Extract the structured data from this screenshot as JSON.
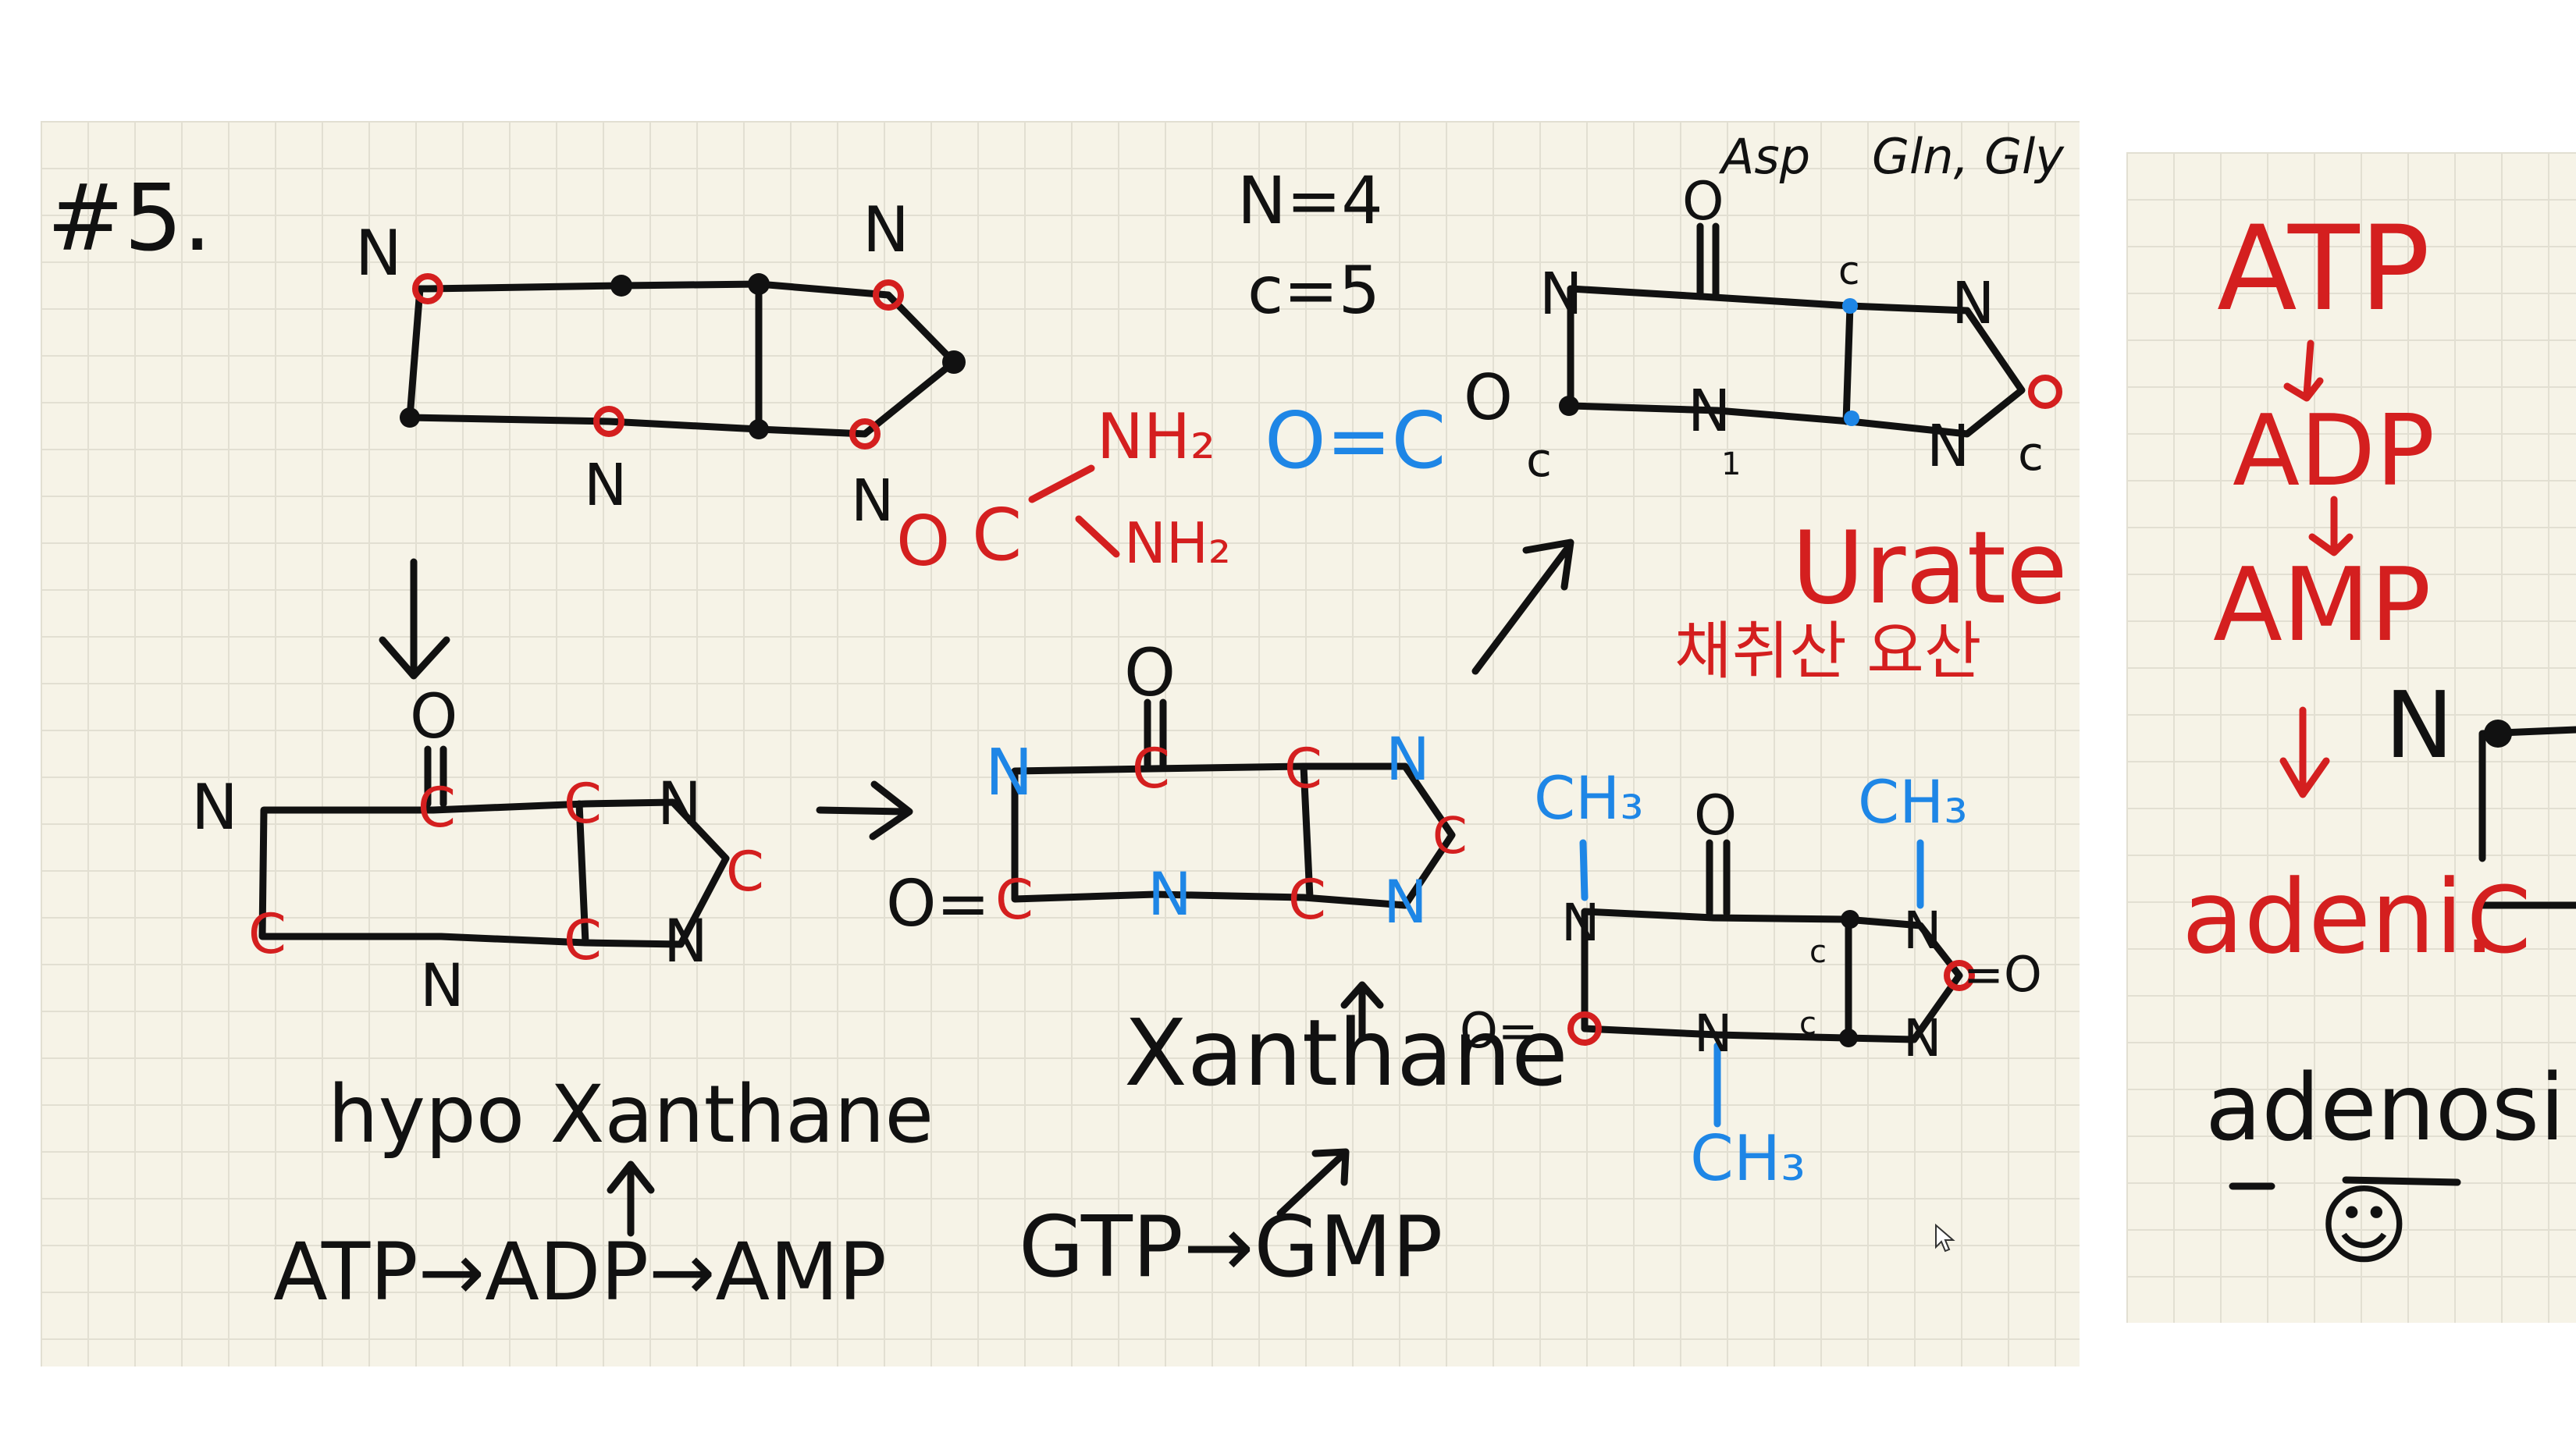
{
  "colors": {
    "paper": "#f6f3e7",
    "grid": "#e2dfd2",
    "black_ink": "#111111",
    "red_ink": "#d41f1f",
    "blue_ink": "#1e86e6"
  },
  "main_page": {
    "problem_number": "#5.",
    "counts": {
      "n": "N=4",
      "c": "c=5"
    },
    "sources": {
      "asp": "Asp",
      "gln_gly": "Gln, Gly"
    },
    "purine_top": {
      "n1": "N",
      "n3": "N",
      "n7": "N",
      "n9": "N"
    },
    "urea": {
      "o": "O",
      "c": "C",
      "nh2_top": "NH₂",
      "nh2_bottom": "NH₂"
    },
    "co2": "O=C",
    "urate_ring": {
      "o_left": "O",
      "n1": "N",
      "n3": "N",
      "n7": "N",
      "n9": "N",
      "c_left": "c",
      "c_top": "c",
      "c_right": "c",
      "n_sub": "1"
    },
    "urate_label": "Urate",
    "urate_korean": "채취산 요산",
    "hypoxanthine_ring": {
      "n1": "N",
      "n3": "N",
      "n7": "N",
      "n9": "N",
      "c2": "C",
      "c4": "C",
      "c5": "C",
      "c6": "C",
      "c8": "C",
      "o": "O"
    },
    "xanthine_ring": {
      "n1": "N",
      "n3": "N",
      "n7": "N",
      "n9": "N",
      "c2": "C",
      "c4": "C",
      "c5": "C",
      "c6": "C",
      "c8": "C",
      "o_top": "O",
      "o_left": "O="
    },
    "methyl_ring": {
      "ch3_left": "CH₃",
      "ch3_right": "CH₃",
      "ch3_bottom": "CH₃",
      "n_left": "N",
      "n_bottom": "N",
      "n_right_top": "N",
      "n_right_bottom": "N",
      "c_a": "c",
      "c_b": "c",
      "o_top": "O",
      "o_left": "O=",
      "o_right": "=O"
    },
    "hypoxanthine_label": "hypo Xanthane",
    "xanthine_label": "Xanthane",
    "atp_chain": "ATP→ADP→AMP",
    "gtp_chain": "GTP→GMP"
  },
  "side_page": {
    "atp": "ATP",
    "adp": "ADP",
    "amp": "AMP",
    "n": "N",
    "adeni": "adeni.",
    "c": "C",
    "adenosi": "adenosi",
    "face": "☺"
  }
}
